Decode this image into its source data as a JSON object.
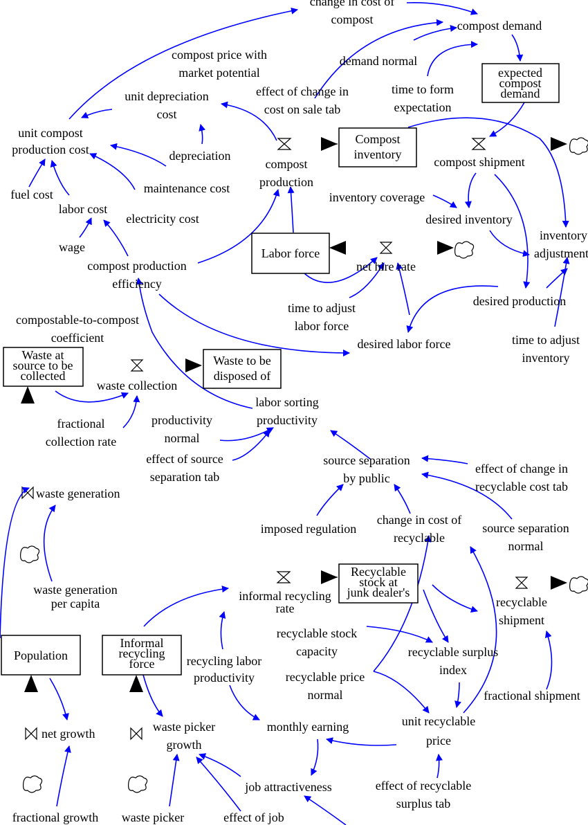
{
  "stocks": {
    "expected_compost_demand": [
      "expected",
      "compost",
      "demand"
    ],
    "compost_inventory": [
      "Compost",
      "inventory"
    ],
    "labor_force": [
      "Labor force"
    ],
    "waste_at_source": [
      "Waste at",
      "source to be",
      "collected"
    ],
    "waste_to_be_disposed": [
      "Waste to be",
      "disposed of"
    ],
    "recyclable_stock": [
      "Recyclable",
      "stock at",
      "junk dealer's"
    ],
    "population": [
      "Population"
    ],
    "informal_recycling_force": [
      "Informal",
      "recycling",
      "force"
    ]
  },
  "flows": {
    "compost_production": [
      "compost",
      "production"
    ],
    "compost_shipment": [
      "compost shipment"
    ],
    "net_hire_rate": [
      "net hire rate"
    ],
    "waste_collection": [
      "waste collection"
    ],
    "waste_generation": [
      "waste generation"
    ],
    "informal_recycling_rate": [
      "informal recycling",
      "rate"
    ],
    "recyclable_shipment": [
      "recyclable",
      "shipment"
    ],
    "net_growth": [
      "net growth"
    ],
    "waste_picker_growth": [
      "waste picker",
      "growth"
    ]
  },
  "variables": {
    "change_in_cost_of_compost": [
      "change in cost of",
      "compost"
    ],
    "compost_demand": [
      "compost demand"
    ],
    "compost_price_market": [
      "compost price with",
      "market potential"
    ],
    "demand_normal": [
      "demand normal"
    ],
    "unit_depreciation_cost": [
      "unit depreciation",
      "cost"
    ],
    "effect_change_cost_sale": [
      "effect of change in",
      "cost on sale tab"
    ],
    "time_to_form_expectation": [
      "time to form",
      "expectation"
    ],
    "unit_compost_production_cost": [
      "unit compost",
      "production cost"
    ],
    "depreciation": [
      "depreciation"
    ],
    "maintenance_cost": [
      "maintenance cost"
    ],
    "fuel_cost": [
      "fuel cost"
    ],
    "labor_cost": [
      "labor cost"
    ],
    "electricity_cost": [
      "electricity cost"
    ],
    "inventory_coverage": [
      "inventory coverage"
    ],
    "desired_inventory": [
      "desired inventory"
    ],
    "inventory_adjustment": [
      "inventory",
      "adjustment"
    ],
    "wage": [
      "wage"
    ],
    "compost_production_efficiency": [
      "compost production",
      "efficiency"
    ],
    "time_to_adjust_labor": [
      "time to adjust",
      "labor force"
    ],
    "desired_production": [
      "desired production"
    ],
    "compostable_coefficient": [
      "compostable-to-compost",
      "coefficient"
    ],
    "desired_labor_force": [
      "desired labor force"
    ],
    "time_to_adjust_inventory": [
      "time to adjust",
      "inventory"
    ],
    "labor_sorting_productivity": [
      "labor sorting",
      "productivity"
    ],
    "fractional_collection_rate": [
      "fractional",
      "collection rate"
    ],
    "productivity_normal": [
      "productivity",
      "normal"
    ],
    "effect_source_separation_tab": [
      "effect of source",
      "separation tab"
    ],
    "source_separation_by_public": [
      "source separation",
      "by public"
    ],
    "effect_change_recyclable_cost": [
      "effect of change in",
      "recyclable cost tab"
    ],
    "imposed_regulation": [
      "imposed regulation"
    ],
    "change_in_cost_recyclable": [
      "change in cost of",
      "recyclable"
    ],
    "source_separation_normal": [
      "source separation",
      "normal"
    ],
    "waste_generation_per_capita": [
      "waste generation",
      "per capita"
    ],
    "recyclable_stock_capacity": [
      "recyclable stock",
      "capacity"
    ],
    "recyclable_surplus_index": [
      "recyclable surplus",
      "index"
    ],
    "recycling_labor_productivity": [
      "recycling labor",
      "productivity"
    ],
    "recyclable_price_normal": [
      "recyclable price",
      "normal"
    ],
    "fractional_shipment": [
      "fractional shipment"
    ],
    "monthly_earning": [
      "monthly earning"
    ],
    "unit_recyclable_price": [
      "unit recyclable",
      "price"
    ],
    "job_attractiveness": [
      "job attractiveness"
    ],
    "effect_recyclable_surplus_tab": [
      "effect of recyclable",
      "surplus tab"
    ],
    "fractional_growth": [
      "fractional growth"
    ],
    "waste_picker": [
      "waste picker"
    ],
    "effect_of_job": [
      "effect of job"
    ]
  },
  "colors": {
    "link": "#0000ff",
    "stock_border": "#000000",
    "flow_pipe": "#000000"
  }
}
